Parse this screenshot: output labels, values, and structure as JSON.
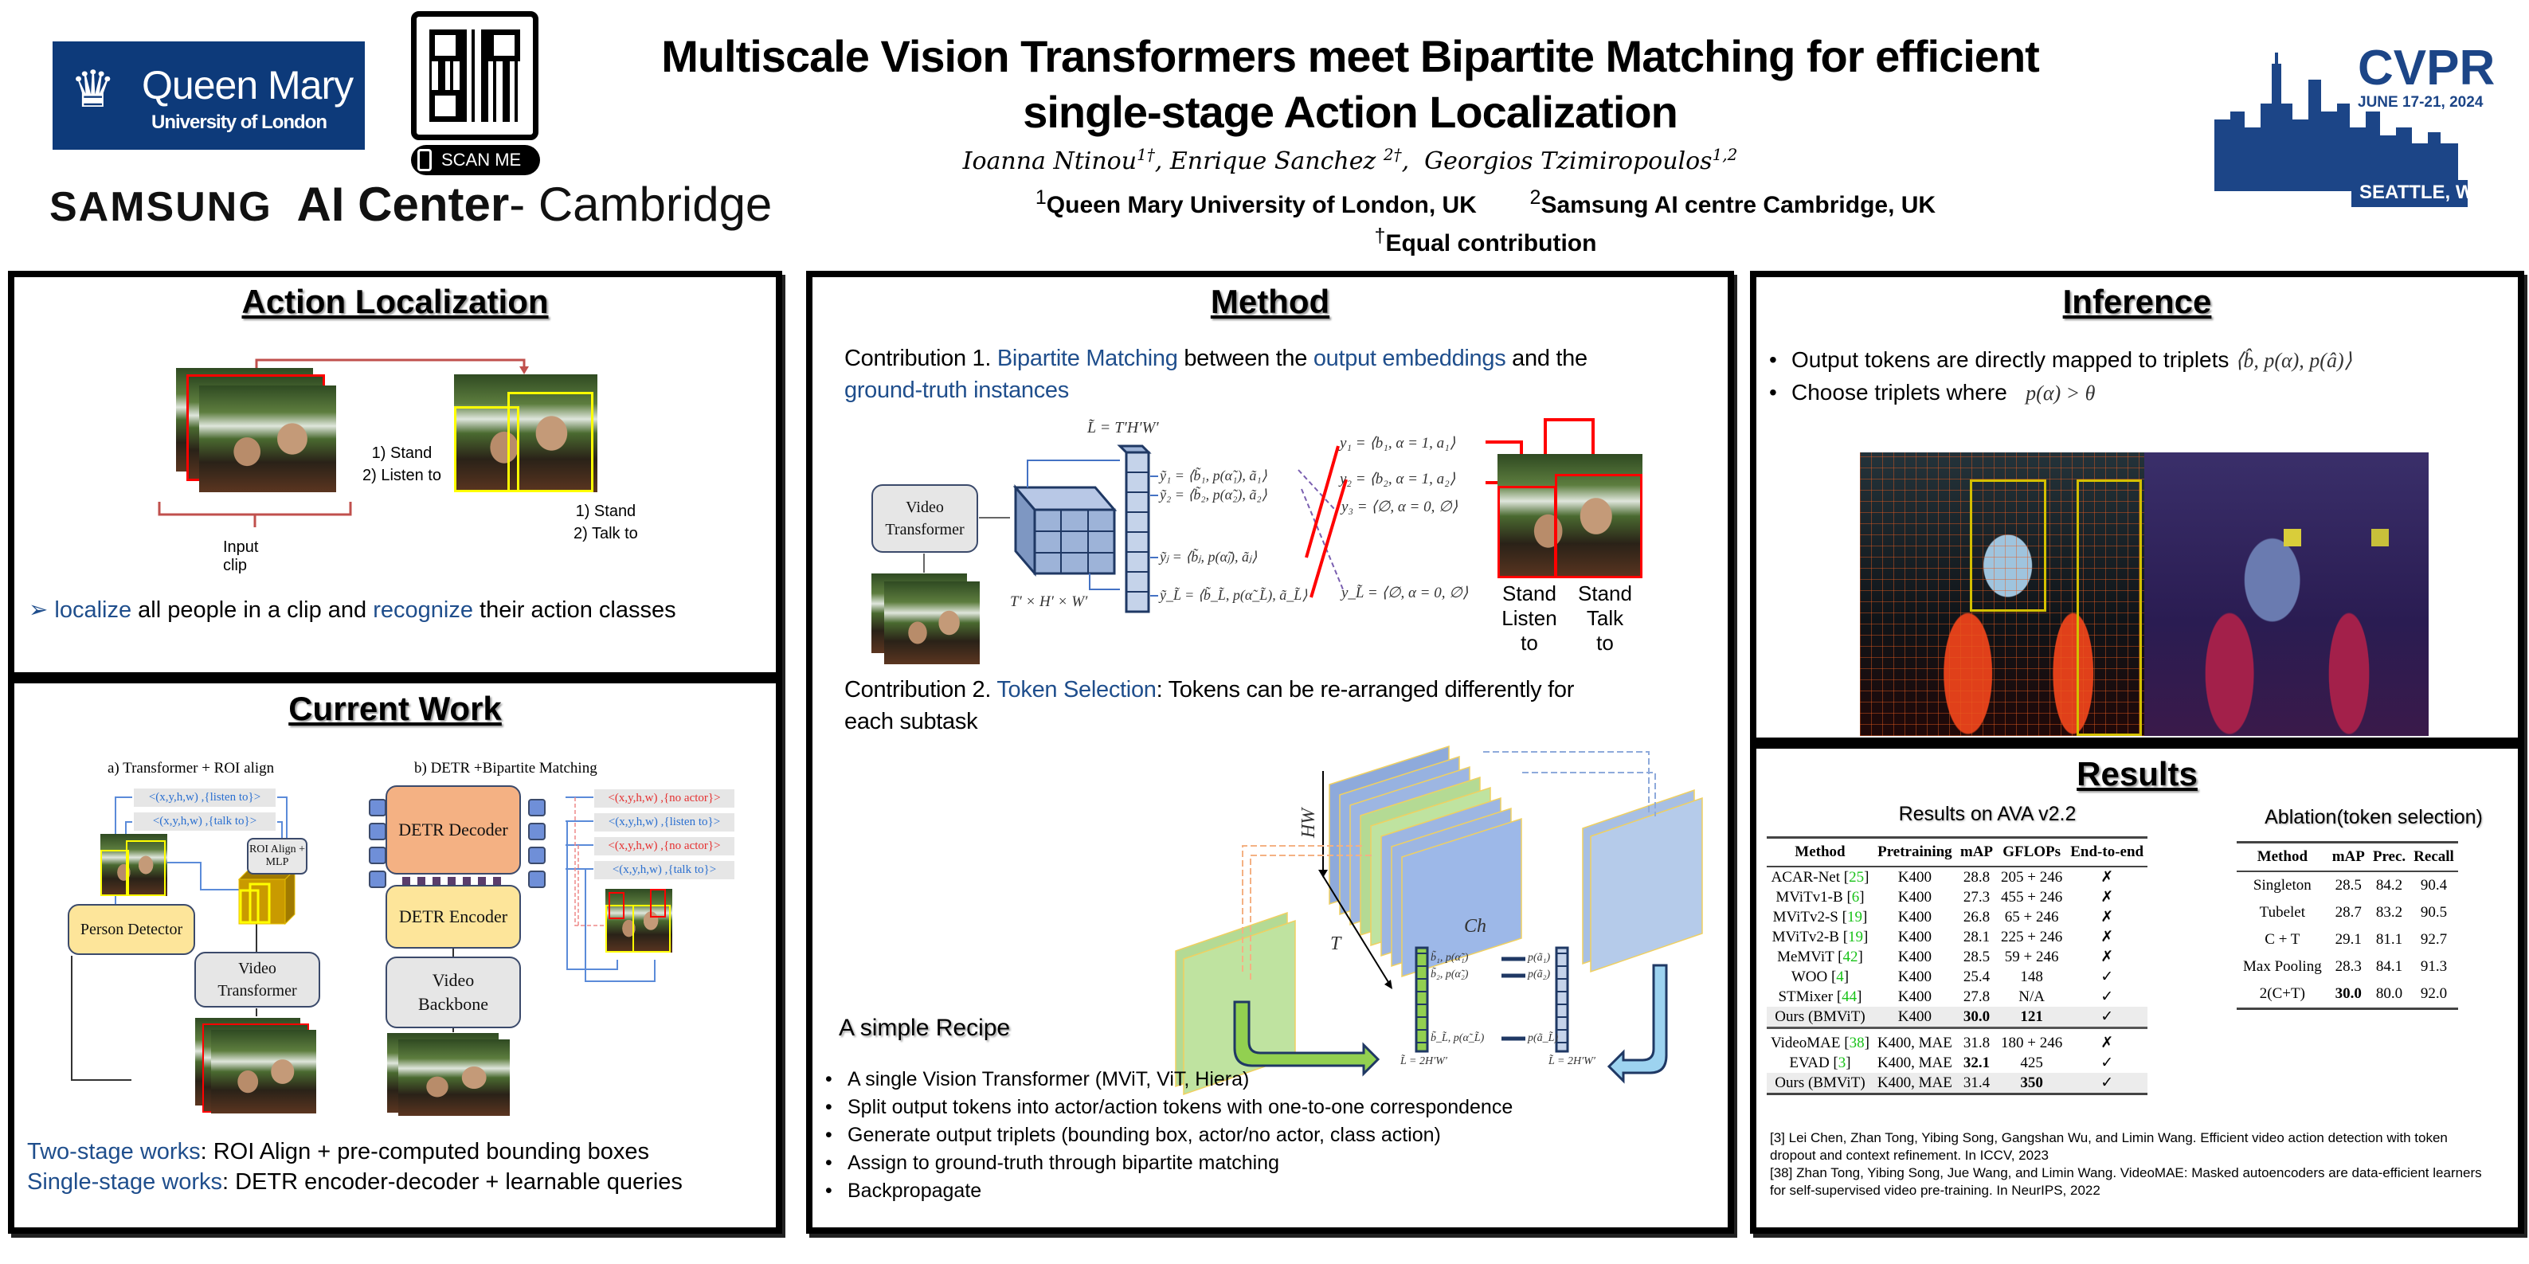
{
  "header": {
    "title_line1": "Multiscale Vision Transformers meet Bipartite Matching for efficient",
    "title_line2": "single-stage Action Localization",
    "authors": [
      {
        "name": "Ioanna Ntinou",
        "sup": "1†"
      },
      {
        "name": "Enrique Sanchez ",
        "sup": "2†"
      },
      {
        "name": "Georgios Tzimiropoulos",
        "sup": "1,2"
      }
    ],
    "affiliations": [
      {
        "sup": "1",
        "name": "Queen Mary University of London, UK"
      },
      {
        "sup": "2",
        "name": "Samsung AI centre Cambridge, UK"
      }
    ],
    "equal_sup": "†",
    "equal_contribution": "Equal contribution",
    "logos": {
      "qm_name": "Queen Mary",
      "qm_sub": "University of London",
      "qr_label": "SCAN ME",
      "samsung_bold": "SAMSUNG",
      "samsung_ai": "AI Center",
      "samsung_city": "- Cambridge",
      "cvpr": "CVPR",
      "cvpr_dates": "JUNE 17-21, 2024",
      "cvpr_city": "SEATTLE, WA"
    }
  },
  "colors": {
    "accent_blue": "#1f4e8c",
    "qm_blue": "#0d3a7a",
    "cvpr_blue": "#1c4587",
    "citation_green": "#19c219"
  },
  "action_localization": {
    "title": "Action Localization",
    "input_clip": "Input clip",
    "labels_left": [
      "1) Stand",
      "2) Listen to"
    ],
    "labels_right": [
      "1) Stand",
      "2) Talk to"
    ],
    "text": {
      "marker": "➢",
      "w1": "localize",
      "t1": " all people in a clip and ",
      "w2": "recognize",
      "t2": " their action classes"
    }
  },
  "current_work": {
    "title": "Current Work",
    "a_title": "a) Transformer + ROI align",
    "b_title": "b) DETR +Bipartite Matching",
    "a_out": [
      "<(x,y,h,w) ,{listen to}>",
      "<(x,y,h,w) ,{talk to}>"
    ],
    "roi": "ROI Align + MLP",
    "person_detector": "Person Detector",
    "video_transformer": "Video Transformer",
    "detr_decoder": "DETR Decoder",
    "detr_encoder": "DETR Encoder",
    "video_backbone": "Video Backbone",
    "b_out": [
      {
        "text": "<(x,y,h,w) ,{no actor}>",
        "color": "#e53030"
      },
      {
        "text": "<(x,y,h,w) ,{listen to}>",
        "color": "#2a6fd0"
      },
      {
        "text": "<(x,y,h,w) ,{no actor}>",
        "color": "#e53030"
      },
      {
        "text": "<(x,y,h,w) ,{talk to}>",
        "color": "#2a6fd0"
      }
    ],
    "line1": {
      "hl": "Two-stage works",
      "rest": ": ROI Align + pre-computed bounding boxes"
    },
    "line2": {
      "hl": "Single-stage works",
      "rest": ": DETR encoder-decoder + learnable queries"
    }
  },
  "method": {
    "title": "Method",
    "c1": {
      "lead": "Contribution 1. ",
      "b1": "Bipartite Matching",
      "t1": " between the ",
      "b2": "output embeddings ",
      "t2": "and the",
      "b3": "ground-truth instances"
    },
    "d1": {
      "video_transformer": "Video Transformer",
      "l_tilde": "L̃ = T′H′W′",
      "dims": "T′ × H′ × W′",
      "preds": [
        "ỹ₁ = ⟨b̃₁, p(α̃₁), ã₁⟩",
        "ỹ₂ = ⟨b̃₂, p(α̃₂), ã₂⟩",
        "ỹⱼ = ⟨b̃ⱼ, p(α̃ⱼ), ãⱼ⟩",
        "ỹ_L̃ = ⟨b̃_L̃, p(α̃_L̃), ã_L̃⟩"
      ],
      "gts": [
        "y₁ = ⟨b₁, α = 1, a₁⟩",
        "y₂ = ⟨b₂, α = 1, a₂⟩",
        "y₃ = ⟨∅, α = 0, ∅⟩",
        "y_L̃ = ⟨∅, α = 0, ∅⟩"
      ],
      "person_labels": [
        [
          "Stand",
          "Listen",
          "to"
        ],
        [
          "Stand",
          "Talk",
          "to"
        ]
      ]
    },
    "c2": {
      "lead": "Contribution 2. ",
      "b1": "Token Selection",
      "t1": ": Tokens can be re-arranged differently for",
      "t2": "each subtask"
    },
    "d2": {
      "hw": "HW",
      "t": "T",
      "ch": "Ch",
      "left_col": [
        "b̃₁, p(α̃₁)",
        "b̃₂, p(α̃₂)",
        "b̃_L̃, p(α̃_L̃)"
      ],
      "right_col": [
        "p(ã₁)",
        "p(ã₂)",
        "p(ã_L̃)"
      ],
      "l_left": "L̃ = 2H′W′",
      "l_right": "L̃ = 2H′W′"
    },
    "recipe_title": "A simple Recipe",
    "recipe": [
      "A single Vision Transformer (MViT, ViT, Hiera)",
      "Split output tokens into actor/action tokens with one-to-one correspondence",
      "Generate output triplets (bounding box, actor/no actor, class action)",
      "Assign to ground-truth through bipartite matching",
      "Backpropagate"
    ]
  },
  "inference": {
    "title": "Inference",
    "b1": "Output tokens are directly mapped to triplets",
    "b1_math": "⟨b̂, p(α), p(â)⟩",
    "b2": "Choose triplets where",
    "b2_math": "p(α) > θ"
  },
  "results": {
    "title": "Results",
    "ava": {
      "title": "Results on AVA v2.2",
      "headers": [
        "Method",
        "Pretraining",
        "mAP",
        "GFLOPs",
        "End-to-end"
      ],
      "rows": [
        {
          "method": "ACAR-Net",
          "ref": "25",
          "pre": "K400",
          "map": "28.8",
          "gflops": "205 + 246",
          "e2e": "✗"
        },
        {
          "method": "MViTv1-B",
          "ref": "6",
          "pre": "K400",
          "map": "27.3",
          "gflops": "455 + 246",
          "e2e": "✗"
        },
        {
          "method": "MViTv2-S",
          "ref": "19",
          "pre": "K400",
          "map": "26.8",
          "gflops": "65 + 246",
          "e2e": "✗"
        },
        {
          "method": "MViTv2-B",
          "ref": "19",
          "pre": "K400",
          "map": "28.1",
          "gflops": "225 + 246",
          "e2e": "✗"
        },
        {
          "method": "MeMViT",
          "ref": "42",
          "pre": "K400",
          "map": "28.5",
          "gflops": "59 + 246",
          "e2e": "✗"
        },
        {
          "method": "WOO",
          "ref": "4",
          "pre": "K400",
          "map": "25.4",
          "gflops": "148",
          "e2e": "✓"
        },
        {
          "method": "STMixer",
          "ref": "44",
          "pre": "K400",
          "map": "27.8",
          "gflops": "N/A",
          "e2e": "✓"
        },
        {
          "method": "Ours (BMViT)",
          "ref": "",
          "pre": "K400",
          "map": "30.0",
          "gflops": "121",
          "e2e": "✓",
          "hl": true,
          "bold_map": true,
          "bold_gflops": true
        },
        {
          "method": "VideoMAE",
          "ref": "38",
          "pre": "K400, MAE",
          "map": "31.8",
          "gflops": "180 + 246",
          "e2e": "✗",
          "sep": true
        },
        {
          "method": "EVAD",
          "ref": "3",
          "pre": "K400, MAE",
          "map": "32.1",
          "gflops": "425",
          "e2e": "✓",
          "bold_map": true
        },
        {
          "method": "Ours (BMViT)",
          "ref": "",
          "pre": "K400, MAE",
          "map": "31.4",
          "gflops": "350",
          "e2e": "✓",
          "hl": true,
          "bold_gflops": true,
          "last": true
        }
      ]
    },
    "ablation": {
      "title": "Ablation(token selection)",
      "headers": [
        "Method",
        "mAP",
        "Prec.",
        "Recall"
      ],
      "rows": [
        [
          "Singleton",
          "28.5",
          "84.2",
          "90.4"
        ],
        [
          "Tubelet",
          "28.7",
          "83.2",
          "90.5"
        ],
        [
          "C + T",
          "29.1",
          "81.1",
          "92.7"
        ],
        [
          "Max Pooling",
          "28.3",
          "84.1",
          "91.3"
        ],
        [
          "2(C+T)",
          "30.0",
          "80.0",
          "92.0"
        ]
      ]
    },
    "references": [
      "[3] Lei Chen, Zhan Tong, Yibing Song, Gangshan Wu, and Limin Wang. Efficient video action detection with token dropout and context refinement. In ICCV, 2023",
      "[38] Zhan Tong, Yibing Song, Jue Wang, and Limin Wang. VideoMAE: Masked autoencoders are data-efficient learners for self-supervised video pre-training. In NeurIPS, 2022"
    ]
  }
}
